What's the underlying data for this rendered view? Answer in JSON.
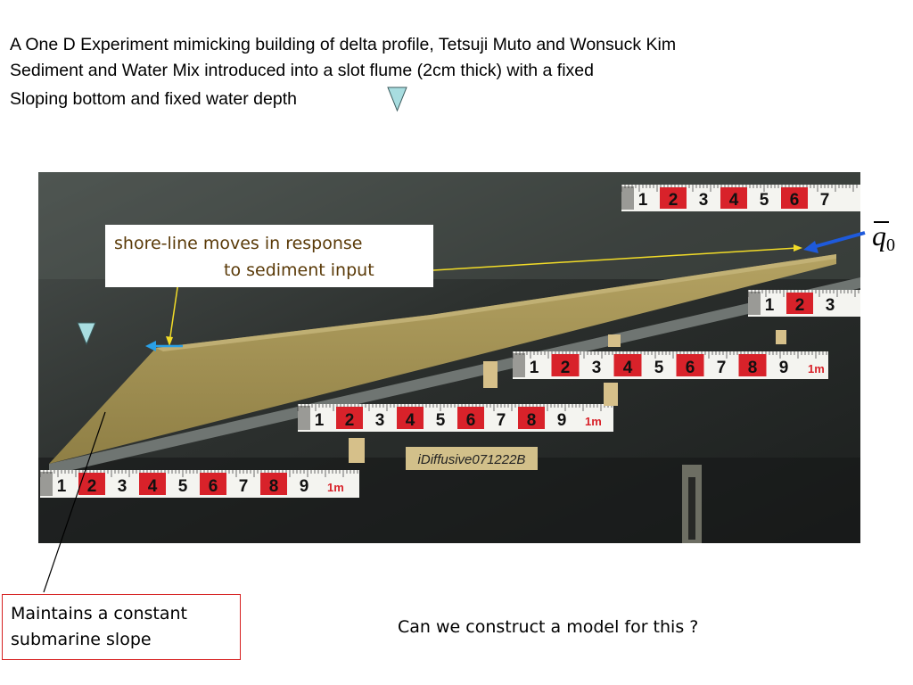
{
  "title": {
    "line1": "A One D Experiment mimicking building of delta profile, Tetsuji  Muto and Wonsuck Kim",
    "line2": "Sediment and Water Mix introduced into a slot flume (2cm thick) with a fixed",
    "line3": "Sloping bottom and fixed water depth"
  },
  "photo": {
    "rulers": [
      {
        "digits": [
          "1",
          "2",
          "3",
          "4",
          "5",
          "6",
          "7"
        ]
      },
      {
        "digits": [
          "1",
          "2",
          "3"
        ]
      },
      {
        "digits": [
          "1",
          "2",
          "3",
          "4",
          "5",
          "6",
          "7",
          "8",
          "9"
        ],
        "end": "1m"
      },
      {
        "digits": [
          "1",
          "2",
          "3",
          "4",
          "5",
          "6",
          "7",
          "8",
          "9"
        ],
        "end": "1m"
      },
      {
        "digits": [
          "1",
          "2",
          "3",
          "4",
          "5",
          "6",
          "7",
          "8",
          "9"
        ],
        "end": "1m"
      }
    ],
    "filename_label": "iDiffusive071222B"
  },
  "callouts": {
    "shoreline_line1": "shore-line moves in response",
    "shoreline_line2": "to sediment input",
    "slope_line1": "Maintains a constant",
    "slope_line2": "submarine slope"
  },
  "question": "Can we construct a model for this ?",
  "q0_label": {
    "symbol": "q",
    "subscript": "0"
  },
  "colors": {
    "background": "#ffffff",
    "flume_background": "#2a2e2c",
    "sediment": "#a39255",
    "water_level_marker": "#a8dde0",
    "arrow_blue": "#1e5adc",
    "arrow_cyan": "#2aa0e6",
    "pointer_yellow": "#f2dc28",
    "ruler_red": "#d8222a",
    "callout_border": "#d62020"
  }
}
